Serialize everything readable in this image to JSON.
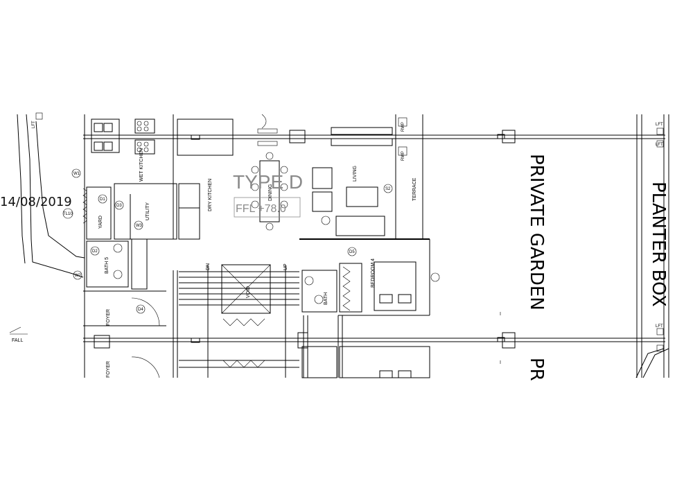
{
  "drawing": {
    "date": "14/08/2019",
    "fall": "FALL",
    "lft_labels": [
      "LFT",
      "LFT",
      "LFT"
    ],
    "lft_left": "LFT",
    "stamp_title": "TYPE D",
    "stamp_ffl": "FFL +78.0",
    "rooms": {
      "wet_kitchen": "WET KITCHEN",
      "dry_kitchen": "DRY KITCHEN",
      "dining": "DINING",
      "living": "LIVING",
      "terrace": "TERRACE",
      "yard": "YARD",
      "utility": "UTILITY",
      "bath5": "BATH 5",
      "bath": "BATH",
      "bedroom4": "BEDROOM 4",
      "foyer": "FOYER",
      "foyer2": "FOYER",
      "void": "VOID"
    },
    "stair": {
      "dn": "DN",
      "up": "UP"
    },
    "big_labels": {
      "private_garden": "PRIVATE GARDEN",
      "private_garden_cut": "PR",
      "planter_box": "PLANTER BOX"
    },
    "tags": {
      "tl10": "TL10",
      "d1": "D1",
      "d2": "D2",
      "d3": "D3",
      "d4": "D4",
      "d5": "D5",
      "w1": "W1",
      "w2": "W2",
      "w3": "W3",
      "s2": "S2",
      "rwp": "RWP",
      "rwp2": "RWP"
    }
  }
}
